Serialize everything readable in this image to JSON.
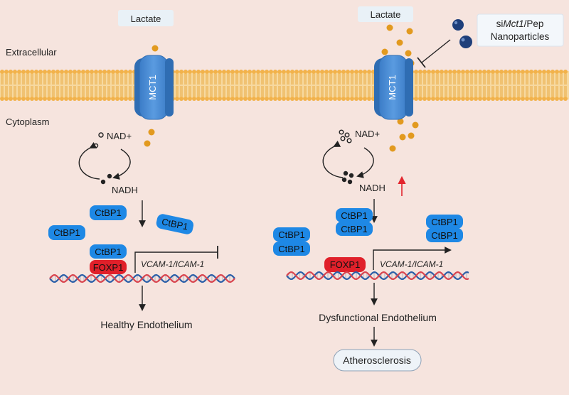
{
  "labels": {
    "extracellular": "Extracellular",
    "cytoplasm": "Cytoplasm",
    "lactate": "Lactate",
    "mct1": "MCT1",
    "nad_plus": "NAD+",
    "nadh": "NADH",
    "ctbp1": "CtBP1",
    "foxp1": "FOXP1",
    "vcam_icam": "VCAM-1/ICAM-1"
  },
  "nanoparticles": {
    "line1_prefix": "si",
    "line1_gene": "Mct1",
    "line1_suffix": "/Pep",
    "line2": "Nanoparticles"
  },
  "outcomes": {
    "healthy": "Healthy Endothelium",
    "dysfunctional": "Dysfunctional Endothelium",
    "disease": "Atherosclerosis"
  },
  "colors": {
    "background": "#f6e4de",
    "membrane_head": "#f2b24b",
    "membrane_tail": "#e8a73a",
    "channel": "#4a8bd2",
    "channel_dark": "#2f6db3",
    "ctbp1": "#1e88e5",
    "foxp1": "#e0202a",
    "lactate_dot": "#e29a1f",
    "nanoparticle": "#1f3f7a",
    "dna_red": "#d9454f",
    "dna_blue": "#2b5fa8",
    "up_arrow": "#e3262e",
    "label_box": "#eaf2f8"
  }
}
